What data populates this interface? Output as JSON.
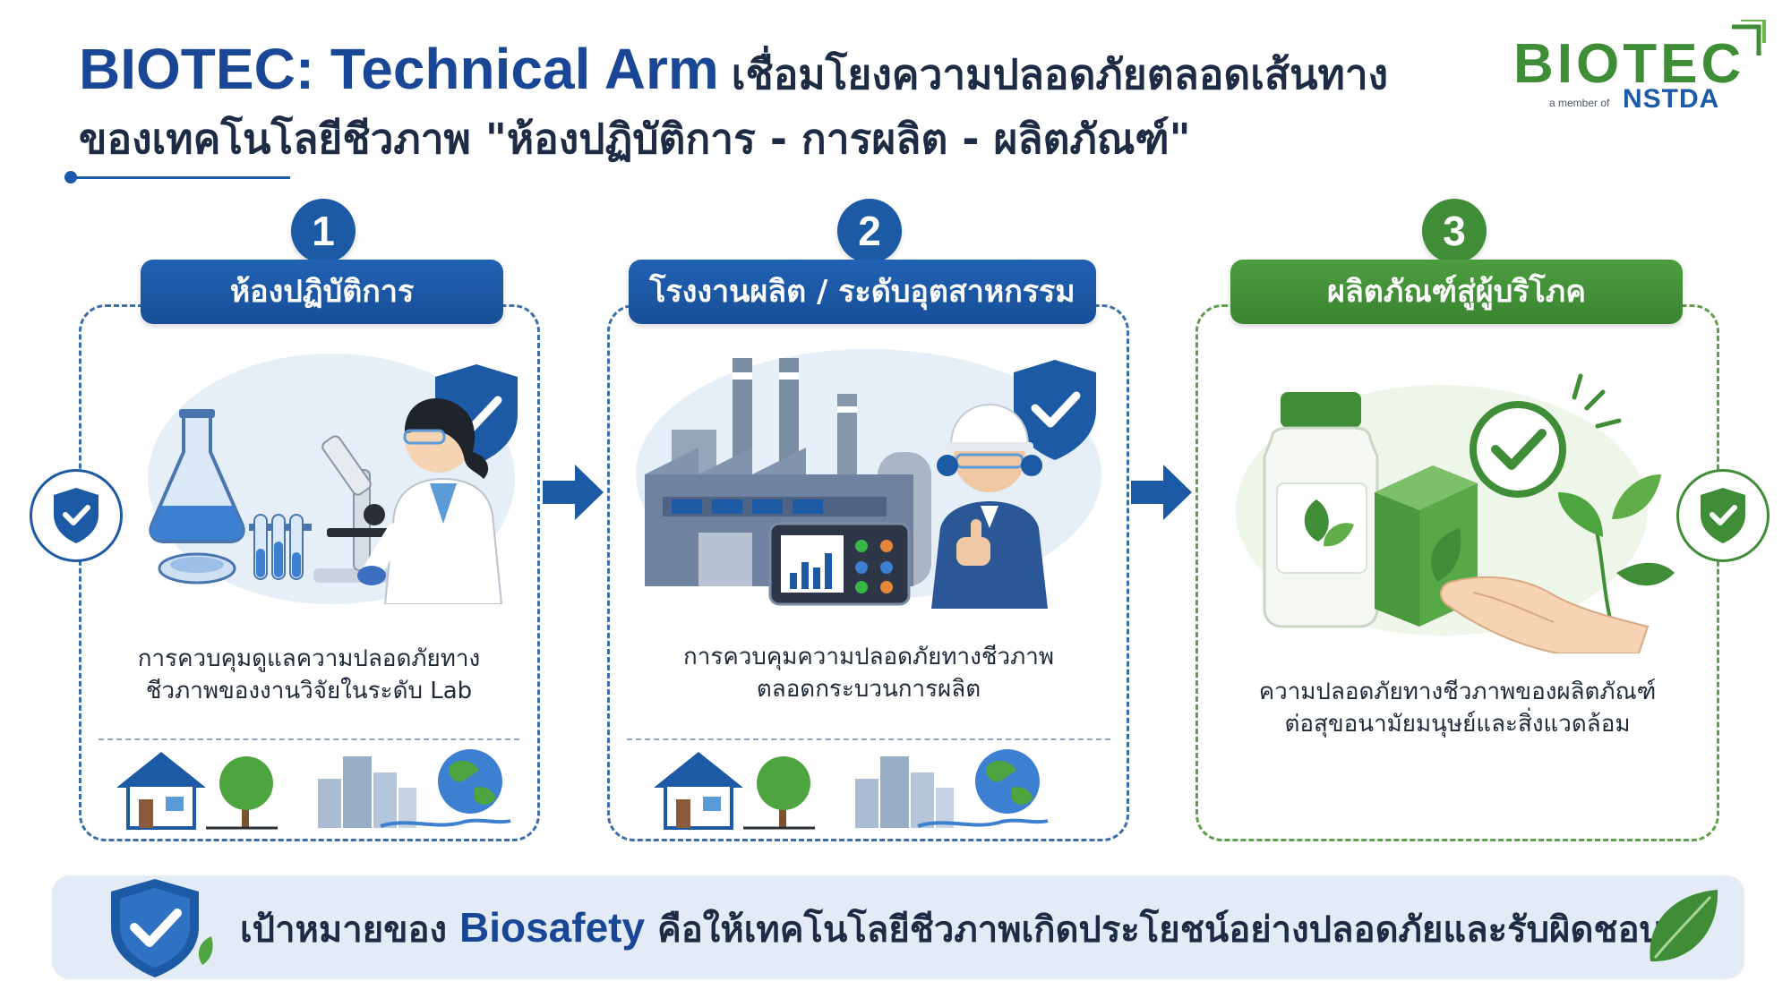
{
  "header": {
    "title_en": "BIOTEC: Technical Arm",
    "title_th": "เชื่อมโยงความปลอดภัยตลอดเส้นทาง",
    "subtitle": "ของเทคโนโลยีชีวภาพ \"ห้องปฏิบัติการ - การผลิต - ผลิตภัณฑ์\""
  },
  "logo": {
    "name": "BIOTEC",
    "tagline": "a member of",
    "org": "NSTDA"
  },
  "stages": [
    {
      "number": "1",
      "label": "ห้องปฏิบัติการ",
      "desc_line1": "การควบคุมดูแลความปลอดภัยทาง",
      "desc_line2": "ชีวภาพของงานวิจัยในระดับ Lab",
      "icon": "lab-scientist-illustration"
    },
    {
      "number": "2",
      "label": "โรงงานผลิต / ระดับอุตสาหกรรม",
      "desc_line1": "การควบคุมความปลอดภัยทางชีวภาพ",
      "desc_line2": "ตลอดกระบวนการผลิต",
      "icon": "factory-worker-illustration"
    },
    {
      "number": "3",
      "label": "ผลิตภัณฑ์สู่ผู้บริโภค",
      "desc_line1": "ความปลอดภัยทางชีวภาพของผลิตภัณฑ์",
      "desc_line2": "ต่อสุขอนามัยมนุษย์และสิ่งแวดล้อม",
      "icon": "product-consumer-illustration"
    }
  ],
  "footer": {
    "prefix": "เป้าหมายของ",
    "keyword": "Biosafety",
    "suffix": "คือให้เทคโนโลยีชีวภาพเกิดประโยชน์อย่างปลอดภัยและรับผิดชอบ"
  },
  "colors": {
    "primary_blue": "#1c5aa6",
    "primary_green": "#3f8e37",
    "footer_bg": "#e3ecf6"
  }
}
